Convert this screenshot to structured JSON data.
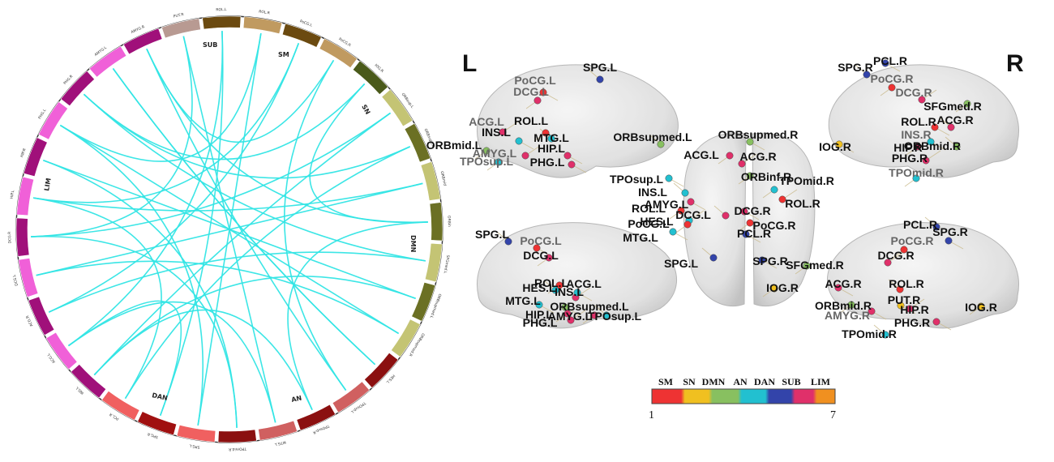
{
  "circos": {
    "network_labels": {
      "SUB": "SUB",
      "SM": "SM",
      "SN": "SN",
      "DMN": "DMN",
      "AN": "AN",
      "DAN": "DAN",
      "LIM": "LIM"
    },
    "segments": [
      {
        "id": "PUT.R",
        "label": "PUT.R",
        "color": "#b89a92"
      },
      {
        "id": "ROL.L",
        "label": "ROL.L",
        "color": "#6b4a10"
      },
      {
        "id": "ROL.R",
        "label": "ROL.R",
        "color": "#c09a60"
      },
      {
        "id": "PoCG.L",
        "label": "PoCG.L",
        "color": "#6b4a10"
      },
      {
        "id": "PoCG.R",
        "label": "PoCG.R",
        "color": "#c09a60"
      },
      {
        "id": "IOG.R",
        "label": "IOG.R",
        "color": "#4a5a1a"
      },
      {
        "id": "ORBsup.L",
        "label": "ORBsup.L",
        "color": "#c4c474"
      },
      {
        "id": "ORBsupL",
        "label": "ORBsupL.L",
        "color": "#6b7024"
      },
      {
        "id": "ORBmid",
        "label": "ORBmid",
        "color": "#c4c474"
      },
      {
        "id": "ORBin",
        "label": "ORBin",
        "color": "#6b7024"
      },
      {
        "id": "SFGmed.L",
        "label": "SFGmed.L",
        "color": "#c4c474"
      },
      {
        "id": "ORBsupmed.L",
        "label": "ORBsupmed.L",
        "color": "#6b7024"
      },
      {
        "id": "ORBsupmed.R",
        "label": "ORBsupmed.R",
        "color": "#c4c474"
      },
      {
        "id": "HES.L",
        "label": "HES.L",
        "color": "#8b1010"
      },
      {
        "id": "TPOsup.L",
        "label": "TPOsup.L",
        "color": "#d06060"
      },
      {
        "id": "TPOsup.R",
        "label": "TPOsup.R",
        "color": "#8b1010"
      },
      {
        "id": "MTG.L",
        "label": "MTG.L",
        "color": "#d06060"
      },
      {
        "id": "TPOmid.R",
        "label": "TPOmid.R",
        "color": "#8b1010"
      },
      {
        "id": "SPG.L",
        "label": "SPG.L",
        "color": "#f06060"
      },
      {
        "id": "SPG.R",
        "label": "SPG.R",
        "color": "#a01010"
      },
      {
        "id": "PCL.R",
        "label": "PCL.R",
        "color": "#f06060"
      },
      {
        "id": "INS.L",
        "label": "INS.L",
        "color": "#a0107a"
      },
      {
        "id": "ACG.L",
        "label": "ACG.L",
        "color": "#f060d8"
      },
      {
        "id": "ACG.R",
        "label": "ACG.R",
        "color": "#a0107a"
      },
      {
        "id": "DCG.L",
        "label": "DCG.L",
        "color": "#f060d8"
      },
      {
        "id": "DCG.R",
        "label": "DCG.R",
        "color": "#a0107a"
      },
      {
        "id": "HIP.L",
        "label": "HIP.L",
        "color": "#f060d8"
      },
      {
        "id": "HIP.R",
        "label": "HIP.R",
        "color": "#a0107a"
      },
      {
        "id": "PHG.L",
        "label": "PHG.L",
        "color": "#f060d8"
      },
      {
        "id": "PHG.R",
        "label": "PHG.R",
        "color": "#a0107a"
      },
      {
        "id": "AMYG.L",
        "label": "AMYG.L",
        "color": "#f060d8"
      },
      {
        "id": "AMYG.R",
        "label": "AMYG.R",
        "color": "#a0107a"
      }
    ],
    "link_color": "#33e5e5"
  },
  "brain": {
    "hemisphere_left": "L",
    "hemisphere_right": "R",
    "node_colors": {
      "SM": "#ee3333",
      "SN": "#f0c020",
      "DMN": "#88c060",
      "AN": "#22c0d0",
      "DAN": "#3344aa",
      "SUB": "#e0306a",
      "LIM": "#f09020"
    },
    "labels": {
      "tl": [
        "SPG.L",
        "PoCG.L",
        "DCG.L",
        "ACG.L",
        "ROL.L",
        "INS.L",
        "MTG.L",
        "HIP.L",
        "ORBmid.L",
        "AMYG.L",
        "TPOsup.L",
        "PHG.L"
      ],
      "tr": [
        "SPG.R",
        "PCL.R",
        "PoCG.R",
        "DCG.R",
        "SFGmed.R",
        "ROL.R",
        "ACG.R",
        "INS.R",
        "HIP.R",
        "PHG.R",
        "TPOmid.R",
        "IOG.R",
        "ORBmid.R"
      ],
      "center": [
        "ORBsupmed.L",
        "ORBsupmed.R",
        "ACG.L",
        "ACG.R",
        "ORBinf.R",
        "TPOsup.L",
        "INS.L",
        "AMYG.L",
        "ROL.L",
        "HES.L",
        "PoCG.L",
        "MTG.L",
        "DCG.L",
        "DCG.R",
        "TPOmid.R",
        "ROL.R",
        "PoCG.R",
        "PCL.R",
        "SPG.L",
        "SPG.R",
        "IOG.R"
      ],
      "bl": [
        "SPG.L",
        "PoCG.L",
        "DCG.L",
        "ACG.L",
        "ROL.L",
        "INS.L",
        "HES.L",
        "MTG.L",
        "HIP.L",
        "PHG.L",
        "AMYG.L",
        "ORBsupmed.L",
        "TPOsup.L"
      ],
      "br": [
        "PCL.R",
        "SPG.R",
        "PoCG.R",
        "DCG.R",
        "SFGmed.R",
        "ACG.R",
        "ROL.R",
        "PUT.R",
        "ORBmid.R",
        "HIP.R",
        "IOG.R",
        "AMYG.R",
        "TPOmid.R",
        "PHG.R"
      ]
    }
  },
  "legend": {
    "categories": [
      "SM",
      "SN",
      "DMN",
      "AN",
      "DAN",
      "SUB",
      "LIM"
    ],
    "colors": [
      "#ee3333",
      "#f0c020",
      "#88c060",
      "#22c0d0",
      "#3344aa",
      "#e0306a",
      "#f09020"
    ],
    "min_label": "1",
    "max_label": "7"
  }
}
